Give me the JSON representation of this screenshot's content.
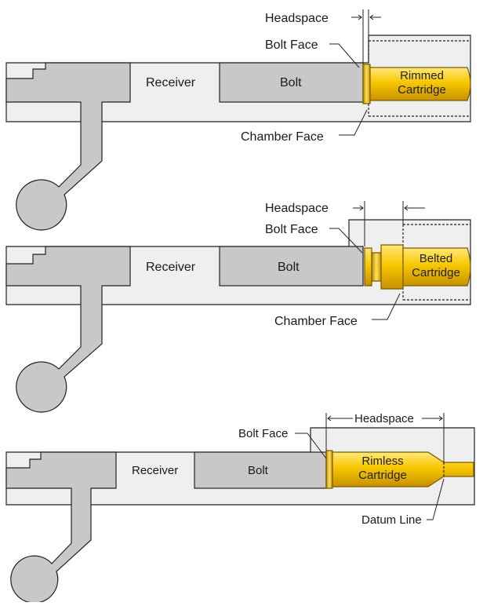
{
  "diagrams": [
    {
      "receiver_label": "Receiver",
      "bolt_label": "Bolt",
      "cartridge_label_line1": "Rimmed",
      "cartridge_label_line2": "Cartridge",
      "headspace_label": "Headspace",
      "bolt_face_label": "Bolt Face",
      "chamber_face_label": "Chamber Face"
    },
    {
      "receiver_label": "Receiver",
      "bolt_label": "Bolt",
      "cartridge_label_line1": "Belted",
      "cartridge_label_line2": "Cartridge",
      "headspace_label": "Headspace",
      "bolt_face_label": "Bolt Face",
      "chamber_face_label": "Chamber Face"
    },
    {
      "receiver_label": "Receiver",
      "bolt_label": "Bolt",
      "cartridge_label_line1": "Rimless",
      "cartridge_label_line2": "Cartridge",
      "headspace_label": "Headspace",
      "bolt_face_label": "Bolt Face",
      "datum_line_label": "Datum Line"
    }
  ],
  "colors": {
    "brass_light": "#ffe45c",
    "brass_mid": "#f5c400",
    "brass_dark": "#c99400",
    "metal": "#c8c8c8",
    "receiver_light": "#efefef",
    "outline": "#222222"
  }
}
